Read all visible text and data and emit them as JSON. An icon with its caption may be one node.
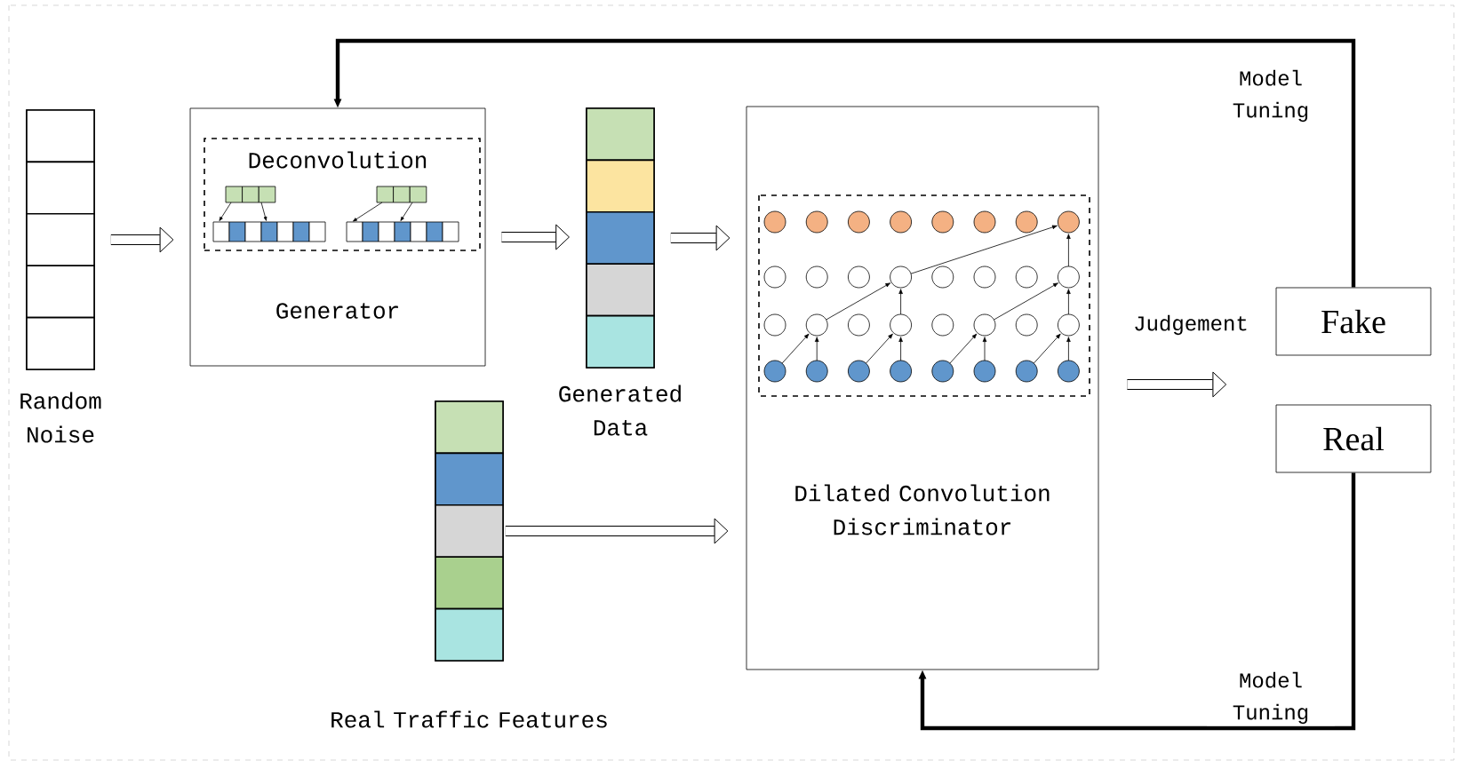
{
  "diagram": {
    "nodes": [
      {
        "text": [
          "Random Noise"
        ]
      },
      {
        "text": [
          "Generator"
        ]
      },
      {
        "text": [
          "Deconvolution"
        ],
        "in": 1
      },
      {
        "text": [
          "Generated Data"
        ]
      },
      {
        "text": [
          "Real Traffic Features"
        ]
      },
      {
        "text": [
          "Dilated Convolution Discriminator"
        ]
      },
      {
        "text": [
          "Fake"
        ]
      },
      {
        "text": [
          "Real"
        ]
      }
    ],
    "edges": [
      {
        "from": 0,
        "to": 1,
        "arrow": "to"
      },
      {
        "from": 1,
        "to": 3,
        "arrow": "to"
      },
      {
        "from": 3,
        "to": 5,
        "arrow": "to"
      },
      {
        "from": 4,
        "to": 5,
        "arrow": "to"
      },
      {
        "from": 5,
        "to": null,
        "arrow": "to",
        "label": "Judgement"
      },
      {
        "from": 6,
        "to": 1,
        "arrow": "to",
        "label": "Model Tuning"
      },
      {
        "from": 7,
        "to": 5,
        "arrow": "to",
        "label": "Model Tuning"
      }
    ]
  }
}
